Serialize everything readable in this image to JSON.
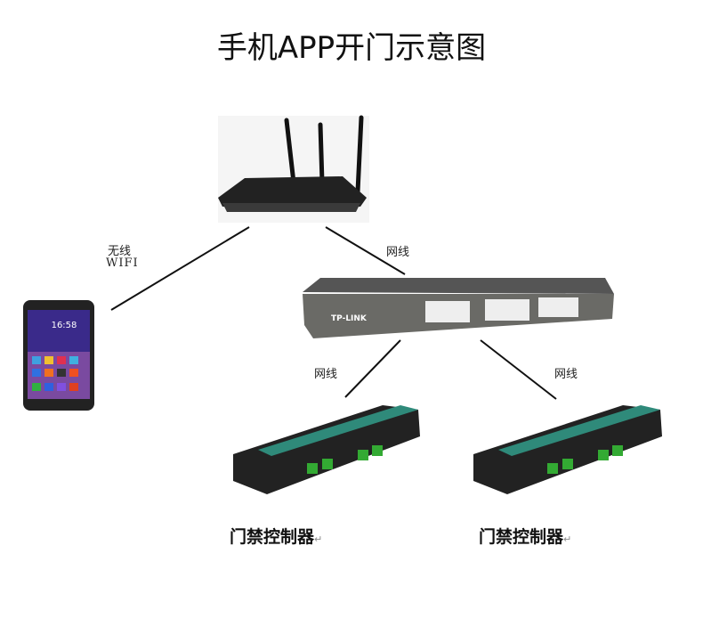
{
  "title": "手机APP开门示意图",
  "labels": {
    "wireless": "无线",
    "wifi": "WIFI",
    "cable1": "网线",
    "cable2": "网线",
    "cable3": "网线"
  },
  "controllers": [
    {
      "label": "门禁控制器"
    },
    {
      "label": "门禁控制器"
    }
  ],
  "return_mark": "↵",
  "switch_brand": "TP-LINK",
  "phone": {
    "time": "16:58"
  }
}
